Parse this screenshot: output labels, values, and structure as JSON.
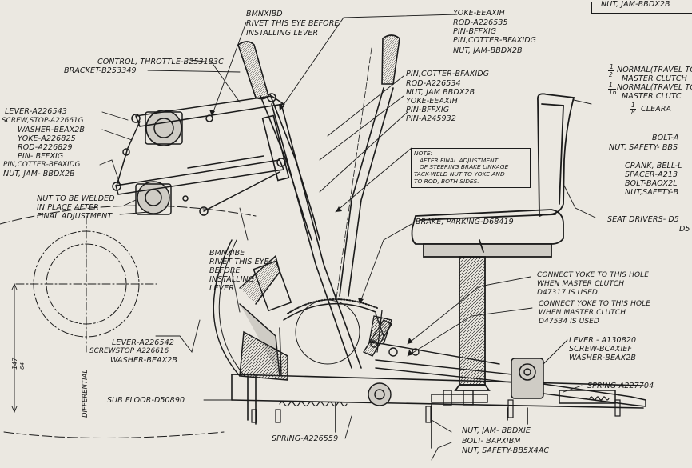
{
  "drawing": {
    "labels": {
      "bmnx1bd": "BMNXIBD",
      "rivet_top": "RIVET THIS EYE BEFORE",
      "installing_top": "INSTALLING LEVER",
      "yoke_top": "YOKE-EEAXIH",
      "rod_top": "ROD-A226535",
      "pin_top": "PIN-BFFXIG",
      "pin_cotter_top": "PIN,COTTER-BFAXIDG",
      "nut_jam_top": "NUT, JAM-BBDX2B",
      "nut_jam_corner": "NUT, JAM-BBDX2B",
      "control_throttle": "CONTROL, THROTTLE-B253183C",
      "bracket": "BRACKET-B253349",
      "pin_cotter_mid": "PIN,COTTER-BFAXIDG",
      "rod_mid": "ROD-A226534",
      "nut_jam_mid": "NUT, JAM BBDX2B",
      "yoke_mid": "YOKE-EEAXIH",
      "pin_mid": "PIN-BFFXIG",
      "pin_mid2": "PIN-A245932",
      "lever_left": "LEVER-A226543",
      "screw_stop_left": "SCREW,STOP-A22661G",
      "washer_left": "WASHER-BEAX2B",
      "yoke_left": "YOKE-A226825",
      "rod_left": "ROD-A226829",
      "pin_left": "PIN- BFFXIG",
      "pin_cotter_left": "PIN,COTTER-BFAXIDG",
      "nut_jam_left": "NUT, JAM- BBDX2B",
      "nut_weld_1": "NUT TO BE WELDED",
      "nut_weld_2": "IN PLACE AFTER",
      "nut_weld_3": "FINAL ADJUSTMENT",
      "note_title": "NOTE:",
      "note_1": "AFTER FINAL ADJUSTMENT",
      "note_2": "OF STEERING BRAKE LINKAGE",
      "note_3": "TACK-WELD NUT TO YOKE AND",
      "note_4": "TO ROD, BOTH SIDES.",
      "brake_parking": "BRAKE, PARKING-D68419",
      "normal_1a": "NORMAL(TRAVEL TO",
      "normal_1b": "MASTER CLUTCH",
      "normal_2a": "NORMAL(TRAVEL TO",
      "normal_2b": "MASTER CLUTC",
      "clearance": "CLEARA",
      "bolt_right": "BOLT-A",
      "nut_safety_right": "NUT, SAFETY- BBS",
      "crank_bell": "CRANK, BELL-L",
      "spacer": "SPACER-A213",
      "bolt_bao": "BOLT-BAOX2L",
      "nut_safety_b": "NUT,SAFETY-B",
      "seat_drivers": "SEAT DRIVERS- D5",
      "seat_drivers_2": "D5",
      "bmnx1be": "BMNXIBE",
      "rivet_eye": "RIVET THIS EYE",
      "before": "BEFORE",
      "installing": "INSTALLING",
      "lever_word": "LEVER",
      "connect_1a": "CONNECT YOKE TO THIS HOLE",
      "connect_1b": "WHEN MASTER CLUTCH",
      "connect_1c": "D47317 IS USED.",
      "connect_2a": "CONNECT YOKE TO THIS HOLE",
      "connect_2b": "WHEN MASTER CLUTCH",
      "connect_2c": "D47534 IS USED",
      "lever_bottom_left": "LEVER-A226542",
      "screw_stop_bottom": "SCREWSTOP A226616",
      "washer_bottom": "WASHER-BEAX2B",
      "lever_right": "LEVER - A130820",
      "screw_right": "SCREW-BCAXIEF",
      "washer_right": "WASHER-BEAX2B",
      "sub_floor": "SUB FLOOR-D50890",
      "spring_right": "SPRING-A227704",
      "spring_bottom": "SPRING-A226559",
      "nut_jam_bottom": "NUT, JAM- BBDXIE",
      "bolt_bottom": "BOLT- BAPXIBM",
      "nut_safety_bottom": "NUT, SAFETY-BB5X4AC",
      "differential": "DIFFERENTIAL",
      "dim_147": "147",
      "dim_64": "64",
      "frac_1": "1",
      "frac_2": "2",
      "frac_1b": "1",
      "frac_16": "16",
      "frac_1c": "1",
      "frac_8": "8"
    }
  }
}
